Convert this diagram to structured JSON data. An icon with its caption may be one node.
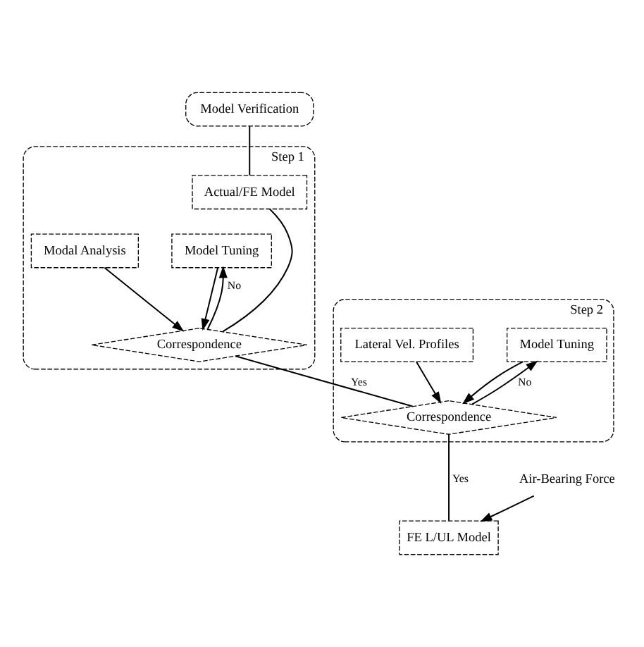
{
  "diagram": {
    "nodes": [
      {
        "text": [
          "Model Verification"
        ]
      },
      {
        "text": [
          "Step 1"
        ]
      },
      {
        "text": [
          "Actual/FE Model"
        ],
        "in": 1
      },
      {
        "text": [
          "Model Tuning"
        ],
        "in": 1
      },
      {
        "text": [
          "Modal Analysis"
        ],
        "in": 1
      },
      {
        "text": [
          "Correspondence"
        ],
        "in": 1
      },
      {
        "text": [
          "Step 2"
        ]
      },
      {
        "text": [
          "Model Tuning"
        ],
        "in": 6
      },
      {
        "text": [
          "Lateral Vel. Profiles"
        ],
        "in": 6
      },
      {
        "text": [
          "Correspondence"
        ],
        "in": 6
      },
      {
        "text": [
          "Air-Bearing Force"
        ]
      },
      {
        "text": [
          "FE L/UL Model"
        ]
      }
    ],
    "edges": [
      {
        "from": 0,
        "to": 2,
        "arrow": "none"
      },
      {
        "from": 2,
        "to": 5,
        "arrow": "none"
      },
      {
        "from": 3,
        "to": 5,
        "arrow": "to"
      },
      {
        "from": 4,
        "to": 5,
        "arrow": "to"
      },
      {
        "from": 5,
        "to": 3,
        "arrow": "to",
        "label": "No"
      },
      {
        "from": 5,
        "to": 9,
        "arrow": "none",
        "label": "Yes"
      },
      {
        "from": 7,
        "to": 9,
        "arrow": "to"
      },
      {
        "from": 8,
        "to": 9,
        "arrow": "to"
      },
      {
        "from": 9,
        "to": 7,
        "arrow": "to",
        "label": "No"
      },
      {
        "from": 9,
        "to": 11,
        "arrow": "none",
        "label": "Yes"
      },
      {
        "from": 10,
        "to": 11,
        "arrow": "to"
      }
    ]
  }
}
